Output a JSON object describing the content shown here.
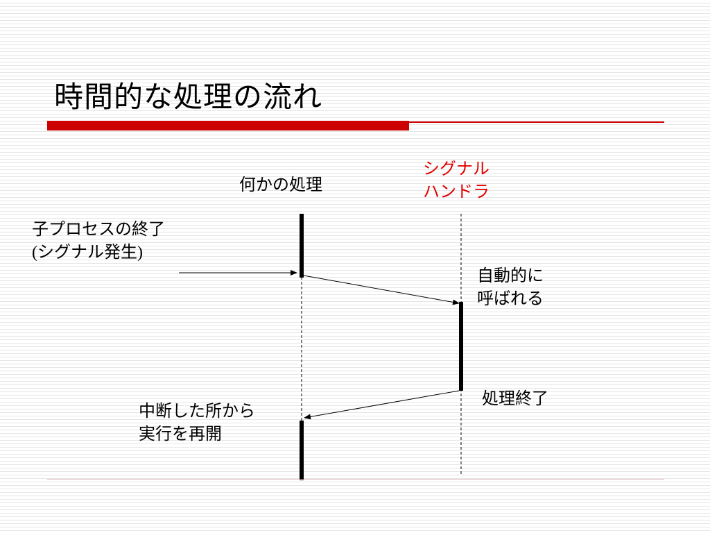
{
  "slide": {
    "title": "時間的な処理の流れ"
  },
  "diagram": {
    "main_process_label": "何かの処理",
    "handler_label_line1": "シグナル",
    "handler_label_line2": "ハンドラ",
    "event_line1": "子プロセスの終了",
    "event_line2_open": "(",
    "event_line2_text": "シグナル発生",
    "event_line2_close": ")",
    "called_line1": "自動的に",
    "called_line2": "呼ばれる",
    "handler_done": "処理終了",
    "resume_line1": "中断した所から",
    "resume_line2": "実行を再開",
    "colors": {
      "title_accent": "#cc0000",
      "handler_label": "#e00000",
      "lines": "#000000"
    }
  }
}
